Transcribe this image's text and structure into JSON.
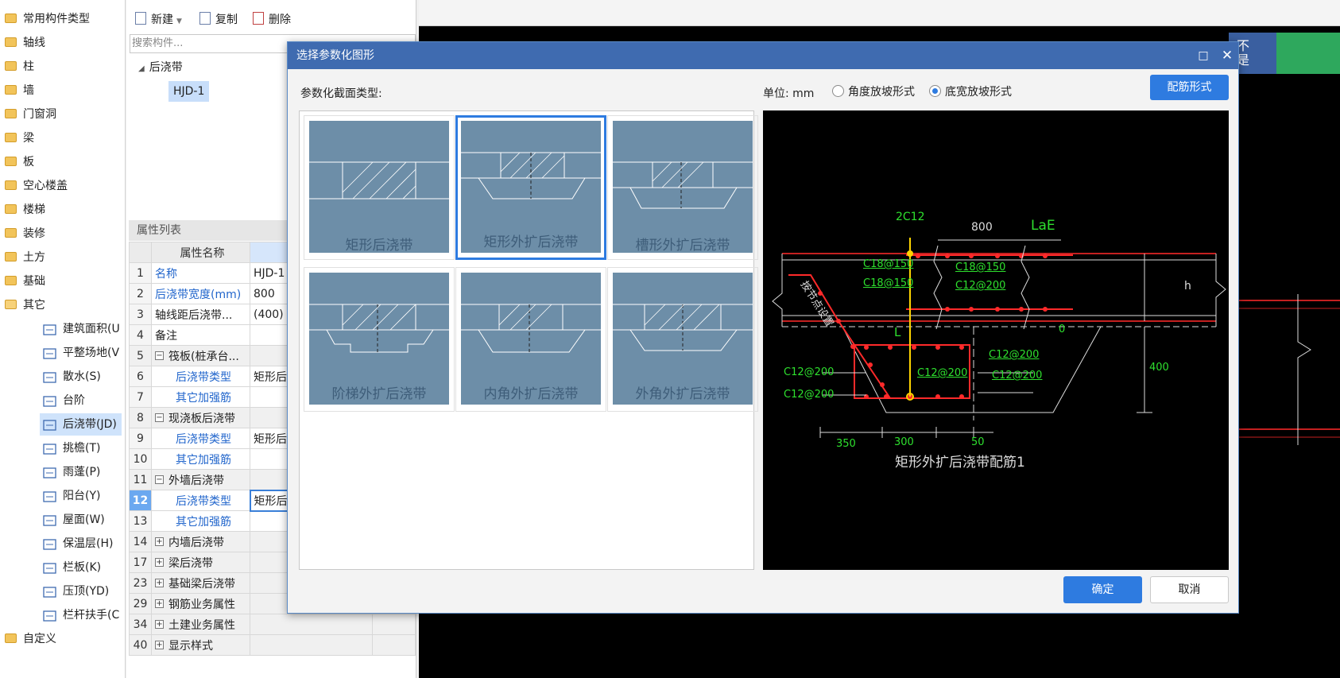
{
  "left_tree": {
    "items": [
      {
        "label": "常用构件类型",
        "type": "folder"
      },
      {
        "label": "轴线",
        "type": "folder"
      },
      {
        "label": "柱",
        "type": "folder"
      },
      {
        "label": "墙",
        "type": "folder"
      },
      {
        "label": "门窗洞",
        "type": "folder"
      },
      {
        "label": "梁",
        "type": "folder"
      },
      {
        "label": "板",
        "type": "folder"
      },
      {
        "label": "空心楼盖",
        "type": "folder"
      },
      {
        "label": "楼梯",
        "type": "folder"
      },
      {
        "label": "装修",
        "type": "folder"
      },
      {
        "label": "土方",
        "type": "folder"
      },
      {
        "label": "基础",
        "type": "folder"
      },
      {
        "label": "其它",
        "type": "folder-open"
      },
      {
        "label": "建筑面积(U",
        "type": "child"
      },
      {
        "label": "平整场地(V",
        "type": "child"
      },
      {
        "label": "散水(S)",
        "type": "child"
      },
      {
        "label": "台阶",
        "type": "child"
      },
      {
        "label": "后浇带(JD)",
        "type": "child",
        "selected": true
      },
      {
        "label": "挑檐(T)",
        "type": "child"
      },
      {
        "label": "雨蓬(P)",
        "type": "child"
      },
      {
        "label": "阳台(Y)",
        "type": "child"
      },
      {
        "label": "屋面(W)",
        "type": "child"
      },
      {
        "label": "保温层(H)",
        "type": "child"
      },
      {
        "label": "栏板(K)",
        "type": "child"
      },
      {
        "label": "压顶(YD)",
        "type": "child"
      },
      {
        "label": "栏杆扶手(C",
        "type": "child"
      },
      {
        "label": "自定义",
        "type": "folder"
      }
    ]
  },
  "toolbar": {
    "new_label": "新建",
    "copy_label": "复制",
    "delete_label": "删除"
  },
  "search": {
    "placeholder": "搜索构件..."
  },
  "component_tree": {
    "parent": "后浇带",
    "child": "HJD-1"
  },
  "properties": {
    "title": "属性列表",
    "header_name": "属性名称",
    "rows": [
      {
        "num": "1",
        "name": "名称",
        "value": "HJD-1",
        "style": "blue"
      },
      {
        "num": "2",
        "name": "后浇带宽度(mm)",
        "value": "800",
        "style": "blue"
      },
      {
        "num": "3",
        "name": "轴线距后浇带...",
        "value": "(400)",
        "style": "normal"
      },
      {
        "num": "4",
        "name": "备注",
        "value": "",
        "style": "normal"
      },
      {
        "num": "5",
        "name": "筏板(桩承台...",
        "value": "",
        "style": "group",
        "toggle": "−"
      },
      {
        "num": "6",
        "name": "后浇带类型",
        "value": "矩形后",
        "style": "sub"
      },
      {
        "num": "7",
        "name": "其它加强筋",
        "value": "",
        "style": "sub"
      },
      {
        "num": "8",
        "name": "现浇板后浇带",
        "value": "",
        "style": "group",
        "toggle": "−"
      },
      {
        "num": "9",
        "name": "后浇带类型",
        "value": "矩形后",
        "style": "sub"
      },
      {
        "num": "10",
        "name": "其它加强筋",
        "value": "",
        "style": "sub"
      },
      {
        "num": "11",
        "name": "外墙后浇带",
        "value": "",
        "style": "group",
        "toggle": "−"
      },
      {
        "num": "12",
        "name": "后浇带类型",
        "value": "矩形后",
        "style": "sub",
        "selected": true
      },
      {
        "num": "13",
        "name": "其它加强筋",
        "value": "",
        "style": "sub"
      },
      {
        "num": "14",
        "name": "内墙后浇带",
        "value": "",
        "style": "group",
        "toggle": "+"
      },
      {
        "num": "17",
        "name": "梁后浇带",
        "value": "",
        "style": "group",
        "toggle": "+"
      },
      {
        "num": "23",
        "name": "基础梁后浇带",
        "value": "",
        "style": "group",
        "toggle": "+"
      },
      {
        "num": "29",
        "name": "钢筋业务属性",
        "value": "",
        "style": "group",
        "toggle": "+"
      },
      {
        "num": "34",
        "name": "土建业务属性",
        "value": "",
        "style": "group",
        "toggle": "+"
      },
      {
        "num": "40",
        "name": "显示样式",
        "value": "",
        "style": "group",
        "toggle": "+"
      }
    ]
  },
  "dialog": {
    "title": "选择参数化图形",
    "max_glyph": "□",
    "close_glyph": "✕",
    "section_type_label": "参数化截面类型:",
    "unit_label": "单位:   mm",
    "radio_angle": "角度放坡形式",
    "radio_width": "底宽放坡形式",
    "rebar_form_button": "配筋形式",
    "ok_button": "确定",
    "cancel_button": "取消",
    "shapes": [
      {
        "name": "矩形后浇带",
        "selected": false
      },
      {
        "name": "矩形外扩后浇带",
        "selected": true
      },
      {
        "name": "槽形外扩后浇带",
        "selected": false
      },
      {
        "name": "阶梯外扩后浇带",
        "selected": false
      },
      {
        "name": "内角外扩后浇带",
        "selected": false
      },
      {
        "name": "外角外扩后浇带",
        "selected": false
      }
    ],
    "preview": {
      "caption": "矩形外扩后浇带配筋1",
      "labels": {
        "top_bar": "2C12",
        "width": "800",
        "lae": "LaE",
        "c18_1": "C18@150",
        "c18_2": "C18@150",
        "c18_3": "C18@150",
        "c12_top": "C12@200",
        "h": "h",
        "zero": "0",
        "l": "L",
        "c12_r1": "C12@200",
        "c12_r2": "C12@200",
        "c12_mid": "C12@200",
        "c12_l1": "C12@200",
        "c12_l2": "C12@200",
        "d400": "400",
        "d350": "350",
        "d300": "300",
        "d50": "50",
        "node": "按节点设置"
      }
    }
  },
  "corner_thumb": {
    "text": "不 是"
  }
}
